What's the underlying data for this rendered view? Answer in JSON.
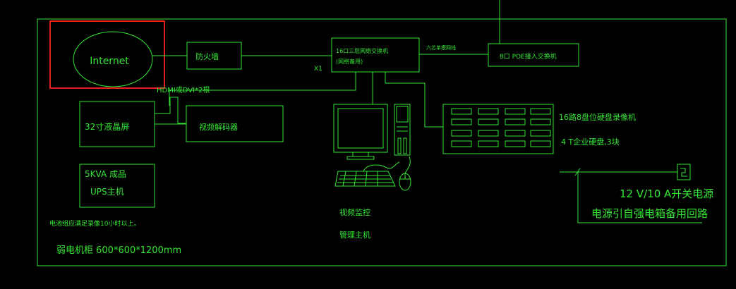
{
  "colors": {
    "background": "#000000",
    "line": "#35e635",
    "selection": "#e62020"
  },
  "labels": {
    "internet": "Internet",
    "firewall": "防火墙",
    "switch_line1": "16口三层网络交换机",
    "switch_line2": "(网络备用)",
    "poe_switch": "8口 POE接入交换机",
    "six_core_fiber": "六芯单模网线",
    "x1": "X1",
    "hdmi": "HDMI或DVI*2根",
    "lcd_screen": "32寸液晶屏",
    "video_decoder": "视频解码器",
    "nvr_line1": "16路8盘位硬盘录像机",
    "nvr_line2": "4 T企业硬盘,3块",
    "ups_line1": "5KVA 成品",
    "ups_line2": "UPS主机",
    "battery_note": "电池组应满足录像10小时以上。",
    "monitor_host_line1": "视频监控",
    "monitor_host_line2": "管理主机",
    "power_line1": "12 V/10 A开关电源",
    "power_line2": "电源引自强电箱备用回路",
    "cabinet": "弱电机柜 600*600*1200mm"
  },
  "icons": [
    "computer-monitor-icon",
    "pc-tower-icon",
    "keyboard-icon",
    "mouse-icon",
    "power-supply-icon",
    "disk-array-icon"
  ]
}
